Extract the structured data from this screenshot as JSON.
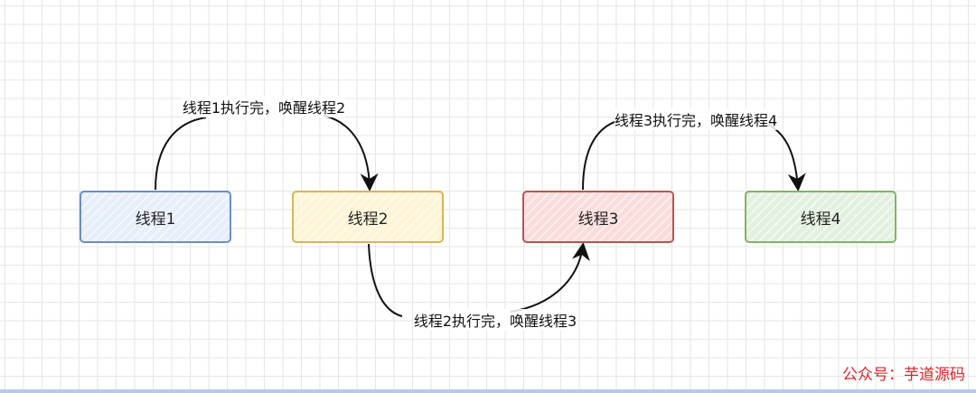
{
  "nodes": [
    {
      "label": "线程1",
      "stroke": "#6c8ebf",
      "fill": "#e6eefb"
    },
    {
      "label": "线程2",
      "stroke": "#d6b656",
      "fill": "#fff4d6"
    },
    {
      "label": "线程3",
      "stroke": "#b85450",
      "fill": "#fadcdb"
    },
    {
      "label": "线程4",
      "stroke": "#82b366",
      "fill": "#e2f0df"
    }
  ],
  "edges": [
    {
      "label": "线程1执行完，唤醒线程2"
    },
    {
      "label": "线程2执行完，唤醒线程3"
    },
    {
      "label": "线程3执行完，唤醒线程4"
    }
  ],
  "watermark": "公众号：芋道源码"
}
